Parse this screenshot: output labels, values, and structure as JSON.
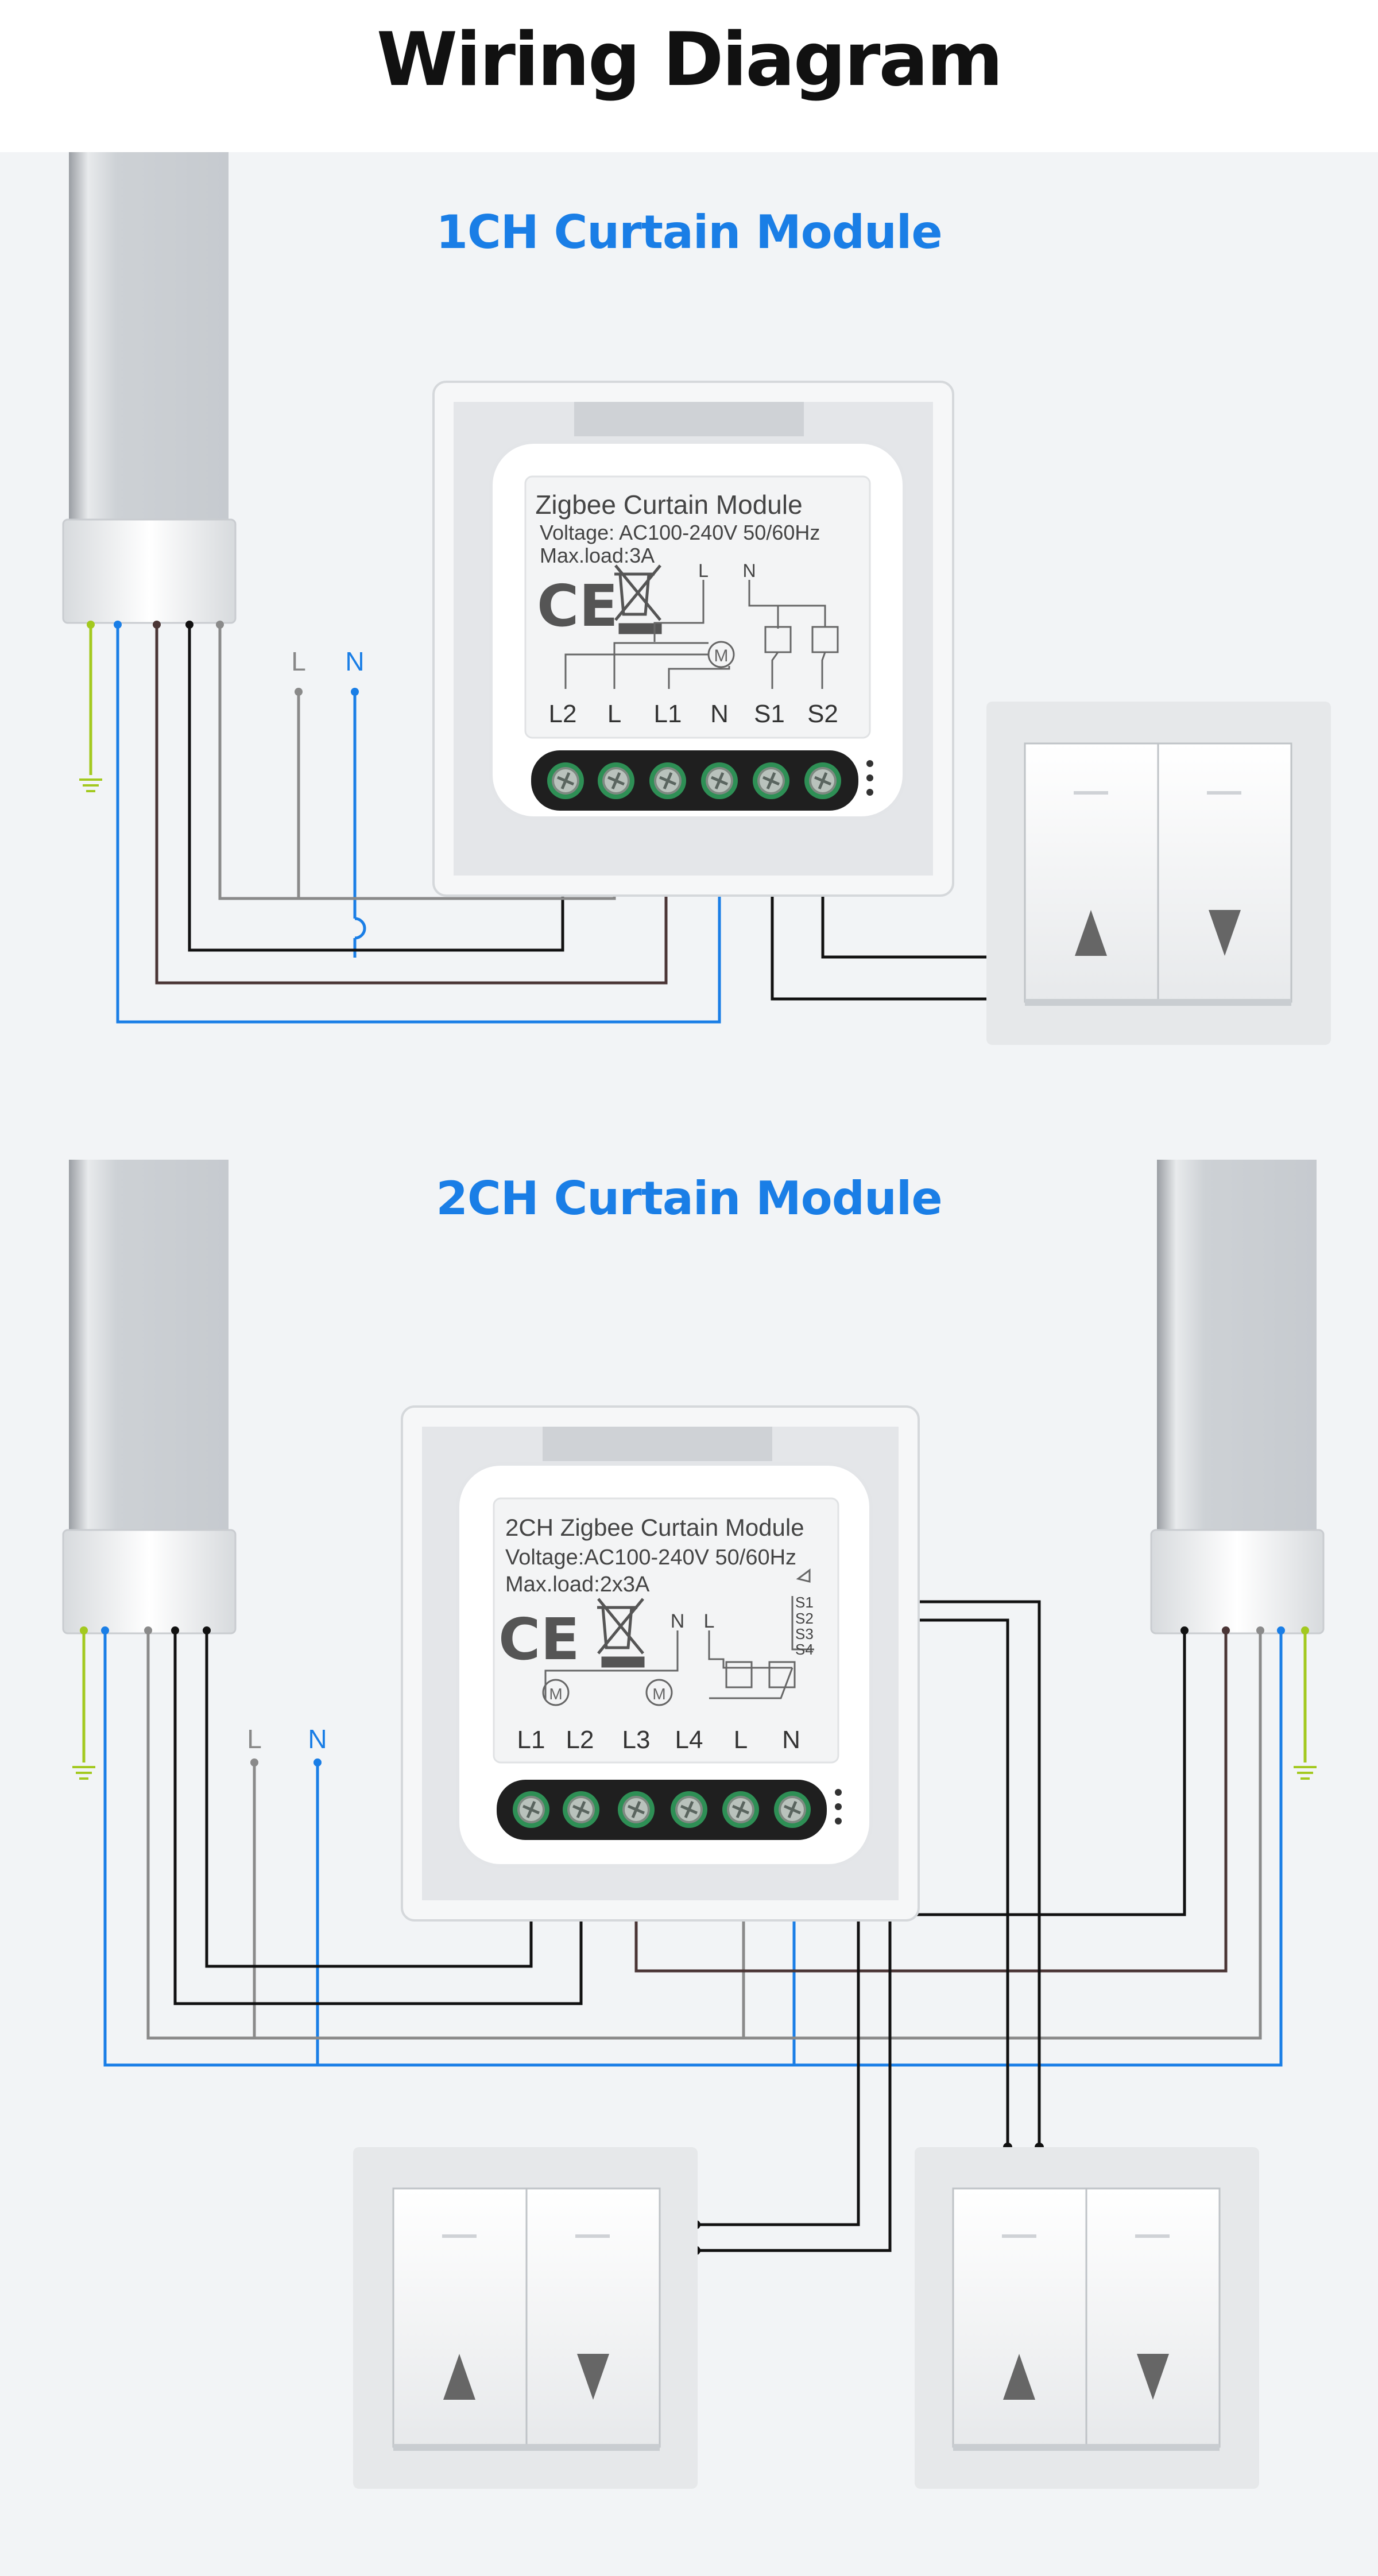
{
  "page_title": "Wiring Diagram",
  "sections": [
    {
      "title": "1CH Curtain Module",
      "module": {
        "name": "Zigbee Curtain Module",
        "voltage": "Voltage: AC100-240V 50/60Hz",
        "max_load": "Max.load:3A",
        "ce_mark": "CE",
        "schematic_labels": [
          "L",
          "N",
          "M"
        ],
        "terminals": [
          "L2",
          "L",
          "L1",
          "N",
          "S1",
          "S2"
        ]
      },
      "supply": {
        "live": "L",
        "neutral": "N"
      },
      "switch_icons": [
        "arrow-up-icon",
        "arrow-down-icon"
      ]
    },
    {
      "title": "2CH Curtain Module",
      "module": {
        "name": "2CH Zigbee Curtain Module",
        "voltage": "Voltage:AC100-240V 50/60Hz",
        "max_load": "Max.load:2x3A",
        "ce_mark": "CE",
        "schematic_labels": [
          "N",
          "L",
          "M",
          "M"
        ],
        "switch_inputs": [
          "S1",
          "S2",
          "S3",
          "S4"
        ],
        "terminals": [
          "L1",
          "L2",
          "L3",
          "L4",
          "L",
          "N"
        ]
      },
      "supply": {
        "live": "L",
        "neutral": "N"
      },
      "switch_icons": [
        "arrow-up-icon",
        "arrow-down-icon"
      ]
    }
  ],
  "colors": {
    "title_blue": "#1a7ee6",
    "earth_green": "#a3c91f",
    "neutral_blue": "#1a7ee6",
    "live_grey": "#8a8a8a",
    "brown_wire": "#4a3535",
    "black_wire": "#111111",
    "terminal_green": "#2e8f55"
  }
}
